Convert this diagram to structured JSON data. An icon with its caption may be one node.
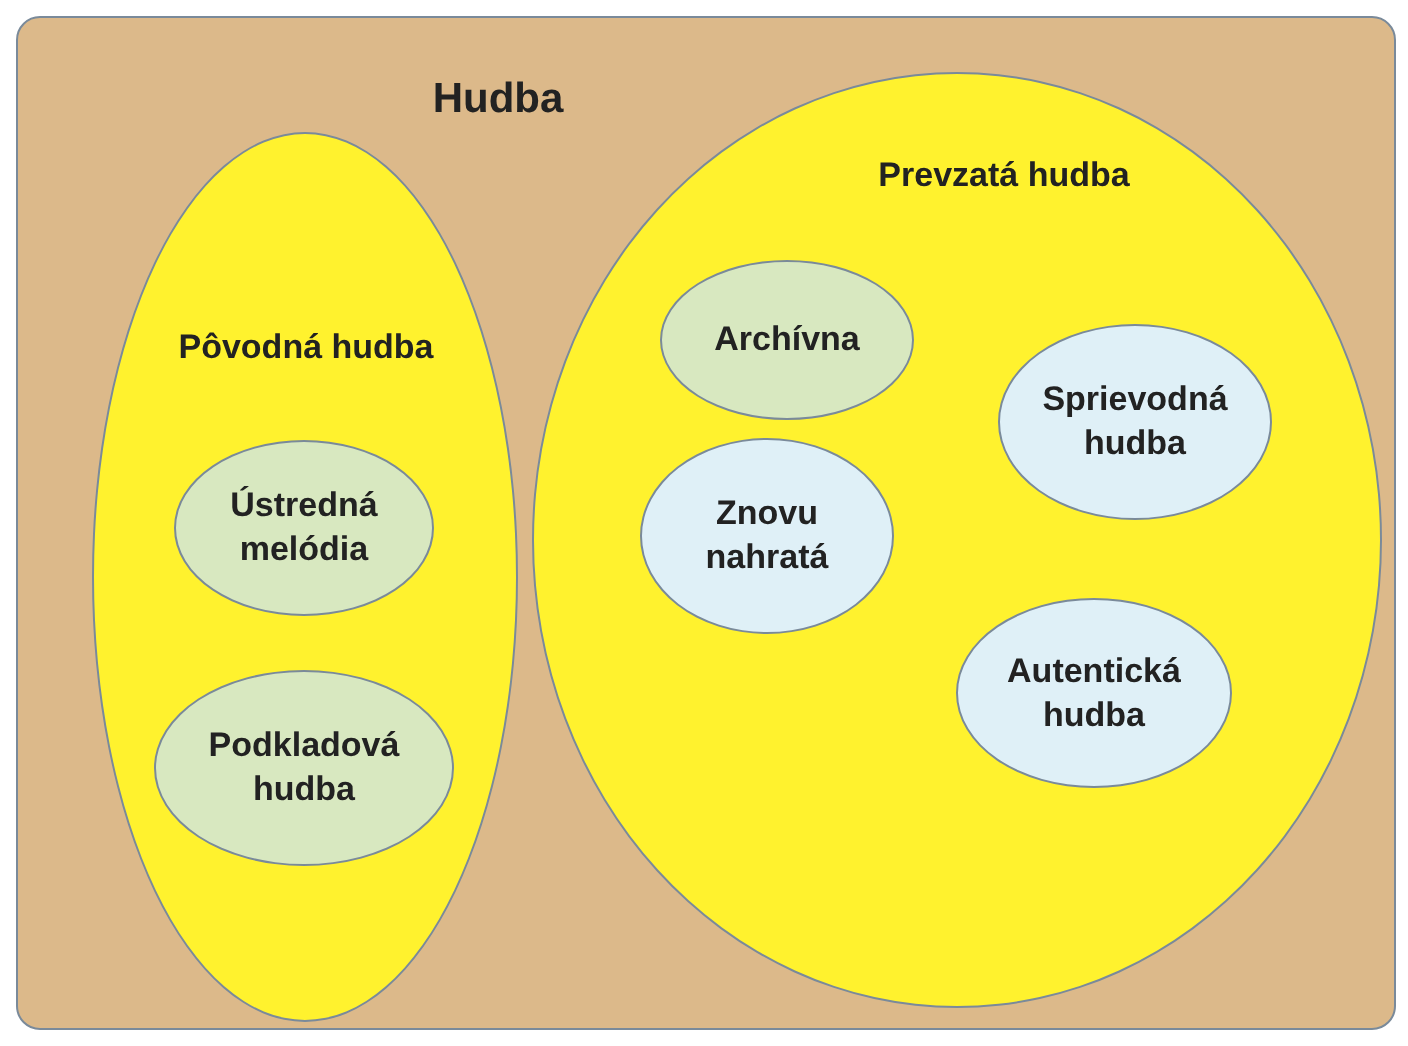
{
  "diagram": {
    "nodes": [
      {
        "text": [
          "Hudba"
        ]
      },
      {
        "text": [
          "Pôvodná hudba"
        ],
        "in": 0
      },
      {
        "text": [
          "Ústredná melódia"
        ],
        "in": 1
      },
      {
        "text": [
          "Podkladová hudba"
        ],
        "in": 1
      },
      {
        "text": [
          "Prevzatá hudba"
        ],
        "in": 0
      },
      {
        "text": [
          "Archívna"
        ],
        "in": 4
      },
      {
        "text": [
          "Sprievodná hudba"
        ],
        "in": 4
      },
      {
        "text": [
          "Znovu nahratá"
        ],
        "in": 4
      },
      {
        "text": [
          "Autentická hudba"
        ],
        "in": 4
      }
    ]
  }
}
